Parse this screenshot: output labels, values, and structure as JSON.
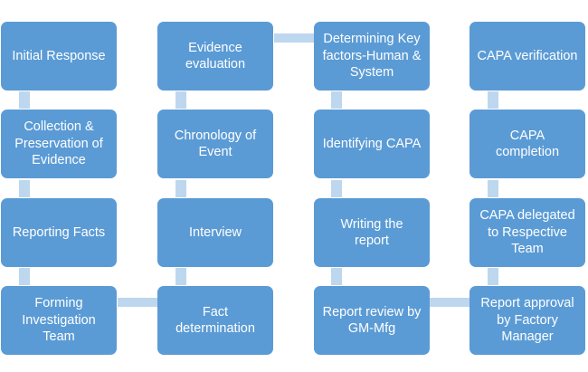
{
  "colors": {
    "box_fill": "#5b9bd5",
    "box_text": "#ffffff",
    "connector": "#bdd7ee",
    "background": "#ffffff"
  },
  "flow": {
    "column_1": [
      "Initial Response",
      "Collection &\nPreservation of\nEvidence",
      "Reporting Facts",
      "Forming\nInvestigation\nTeam"
    ],
    "column_2": [
      "Evidence\nevaluation",
      "Chronology of\nEvent",
      "Interview",
      "Fact\ndetermination"
    ],
    "column_3": [
      "Determining Key\nfactors-Human &\nSystem",
      "Identifying CAPA",
      "Writing the\nreport",
      "Report review by\nGM-Mfg"
    ],
    "column_4": [
      "CAPA verification",
      "CAPA\ncompletion",
      "CAPA delegated\nto Respective\nTeam",
      "Report approval\nby Factory\nManager"
    ]
  }
}
